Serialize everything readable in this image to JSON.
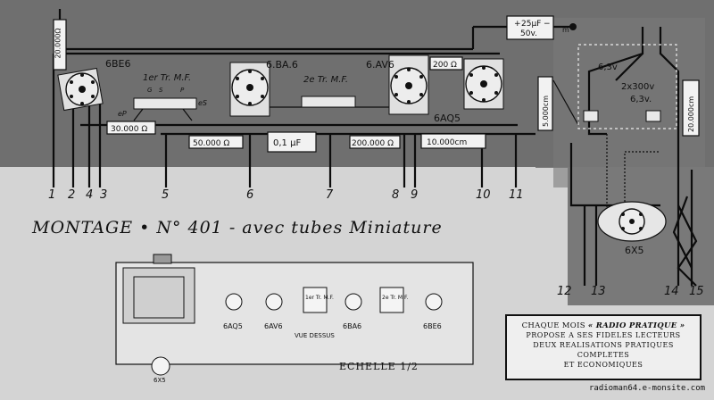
{
  "title": "MONTAGE • N° 401 - avec tubes Miniature",
  "scale_label": "ECHELLE  1/2",
  "credit": "radioman64.e-monsite.com",
  "top_capacitor": {
    "value": "25µF",
    "voltage": "50v.",
    "plus": "+",
    "minus": "−"
  },
  "tubes": [
    {
      "id": "6BE6"
    },
    {
      "id": "1er Tr. M.F."
    },
    {
      "id": "6.BA.6"
    },
    {
      "id": "2e Tr. M.F."
    },
    {
      "id": "6.AV6"
    },
    {
      "id": "6AQ5"
    }
  ],
  "components": {
    "r_20000": "20.000Ω",
    "r_30000": "30.000 Ω",
    "r_50000": "50.000 Ω",
    "c_01": "0,1 µF",
    "r_200000": "200.000 Ω",
    "c_10000": "10.000cm",
    "r_200": "200 Ω",
    "c_5000": "5.000cm",
    "c_20000": "20.000cm"
  },
  "transformer_labels": [
    "6,3v",
    "2x300v",
    "6,3v."
  ],
  "rectifier": "6X5",
  "terminals": [
    "1",
    "2",
    "4",
    "3",
    "5",
    "6",
    "7",
    "8",
    "9",
    "10",
    "11",
    "12",
    "13",
    "14",
    "15"
  ],
  "socket_pins": {
    "mf1_s": "S",
    "mf1_p": "P",
    "mf1_g": "G",
    "mf1_ep": "eP",
    "mf1_es": "eS",
    "mass": "m"
  },
  "bottom_view": {
    "labels": [
      "6AQ5",
      "6AV6",
      "6BA6",
      "6BE6"
    ],
    "mf_labels": [
      "1er Tr. M.F.",
      "2e Tr. M.F."
    ],
    "view_caption": "VUE DESSUS",
    "extra": "6X5"
  },
  "info_box": {
    "line1_prefix": "CHAQUE MOIS",
    "line1_name": "« RADIO PRATIQUE »",
    "line2": "PROPOSE A SES FIDELES LECTEURS",
    "line3": "DEUX REALISATIONS PRATIQUES COMPLETES",
    "line4": "ET ECONOMIQUES"
  }
}
